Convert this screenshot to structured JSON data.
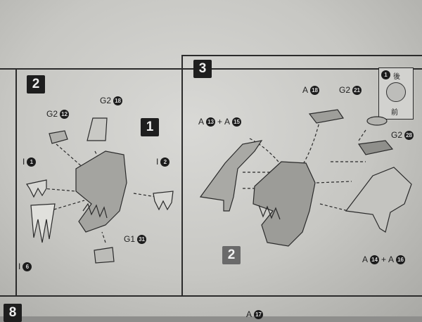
{
  "steps": {
    "step2": {
      "number": "2",
      "labels": [
        {
          "prefix": "G2",
          "num": "12"
        },
        {
          "prefix": "G2",
          "num": "18"
        },
        {
          "prefix": "I",
          "num": "1"
        },
        {
          "prefix": "I",
          "num": "2"
        },
        {
          "prefix": "I",
          "num": "6"
        },
        {
          "prefix": "G1",
          "num": "31"
        }
      ],
      "subassembly_ref": "1"
    },
    "step3": {
      "number": "3",
      "labels": [
        {
          "prefix": "A",
          "num": "18"
        },
        {
          "prefix": "G2",
          "num": "21"
        },
        {
          "prefix": "G2",
          "num": "28"
        }
      ],
      "combo_labels": [
        {
          "a": "A",
          "a_num": "13",
          "joiner": "+",
          "b": "A",
          "b_num": "15"
        },
        {
          "a": "A",
          "a_num": "14",
          "joiner": "+",
          "b": "A",
          "b_num": "16"
        }
      ],
      "subassembly_ref": "2",
      "detail_callout": {
        "num": "1",
        "text_top": "後",
        "text_bottom": "前"
      }
    },
    "next": {
      "number": "8",
      "partial_label": {
        "prefix": "A",
        "num": "17"
      }
    }
  }
}
